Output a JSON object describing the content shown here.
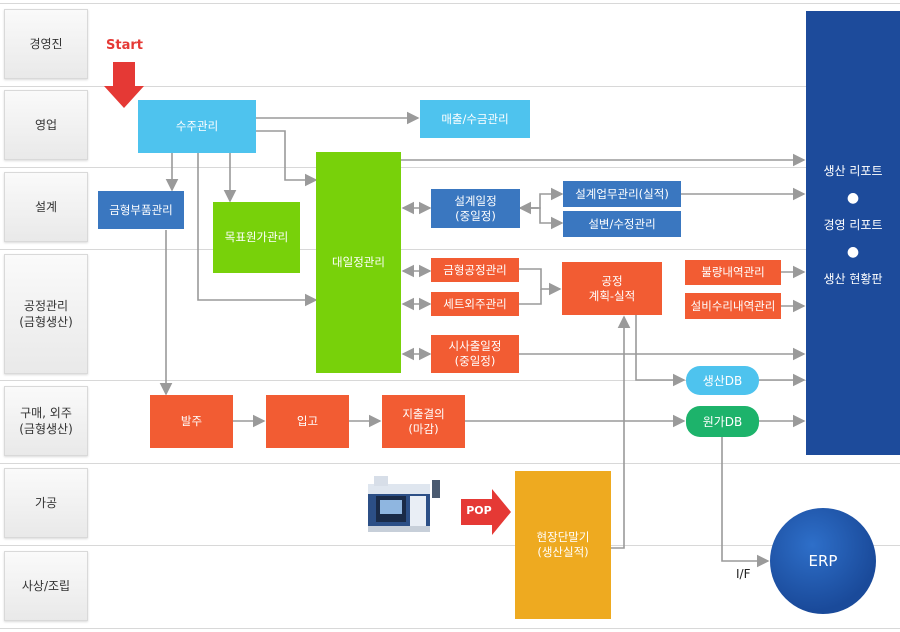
{
  "lanes": {
    "exec": "경영진",
    "sales": "영업",
    "design": "설계",
    "process": "공정관리\n(금형생산)",
    "purchase": "구매, 외주\n(금형생산)",
    "machining": "가공",
    "finish": "사상/조립"
  },
  "start_label": "Start",
  "boxes": {
    "order_mgmt": "수주관리",
    "sales_collect": "매출/수금관리",
    "mold_parts": "금형부품관리",
    "target_cost": "목표원가관리",
    "master_schedule": "대일정관리",
    "design_schedule": "설계일정\n(중일정)",
    "design_work": "설계업무관리(실적)",
    "design_change": "설변/수정관리",
    "mold_process": "금형공정관리",
    "set_outsource": "세트외주관리",
    "process_plan": "공정\n계획-실적",
    "defect_history": "불량내역관리",
    "repair_history": "설비수리내역관리",
    "trial_schedule": "시사출일정\n(중일정)",
    "purchase_order": "발주",
    "receiving": "입고",
    "payment_close": "지출결의\n(마감)",
    "field_terminal": "현장단말기\n(생산실적)"
  },
  "pills": {
    "production_db": "생산DB",
    "cost_db": "원가DB"
  },
  "pop_label": "POP",
  "interface_label": "I/F",
  "erp_label": "ERP",
  "reports": [
    "생산 리포트",
    "경영 리포트",
    "생산 현황판"
  ],
  "colors": {
    "navy": "#1d4b9b",
    "green": "#78d10a",
    "orange": "#f25c33",
    "lightblue": "#4ec3ee",
    "blue": "#3a77c0",
    "gold": "#eeaa20",
    "start": "#e53935"
  }
}
